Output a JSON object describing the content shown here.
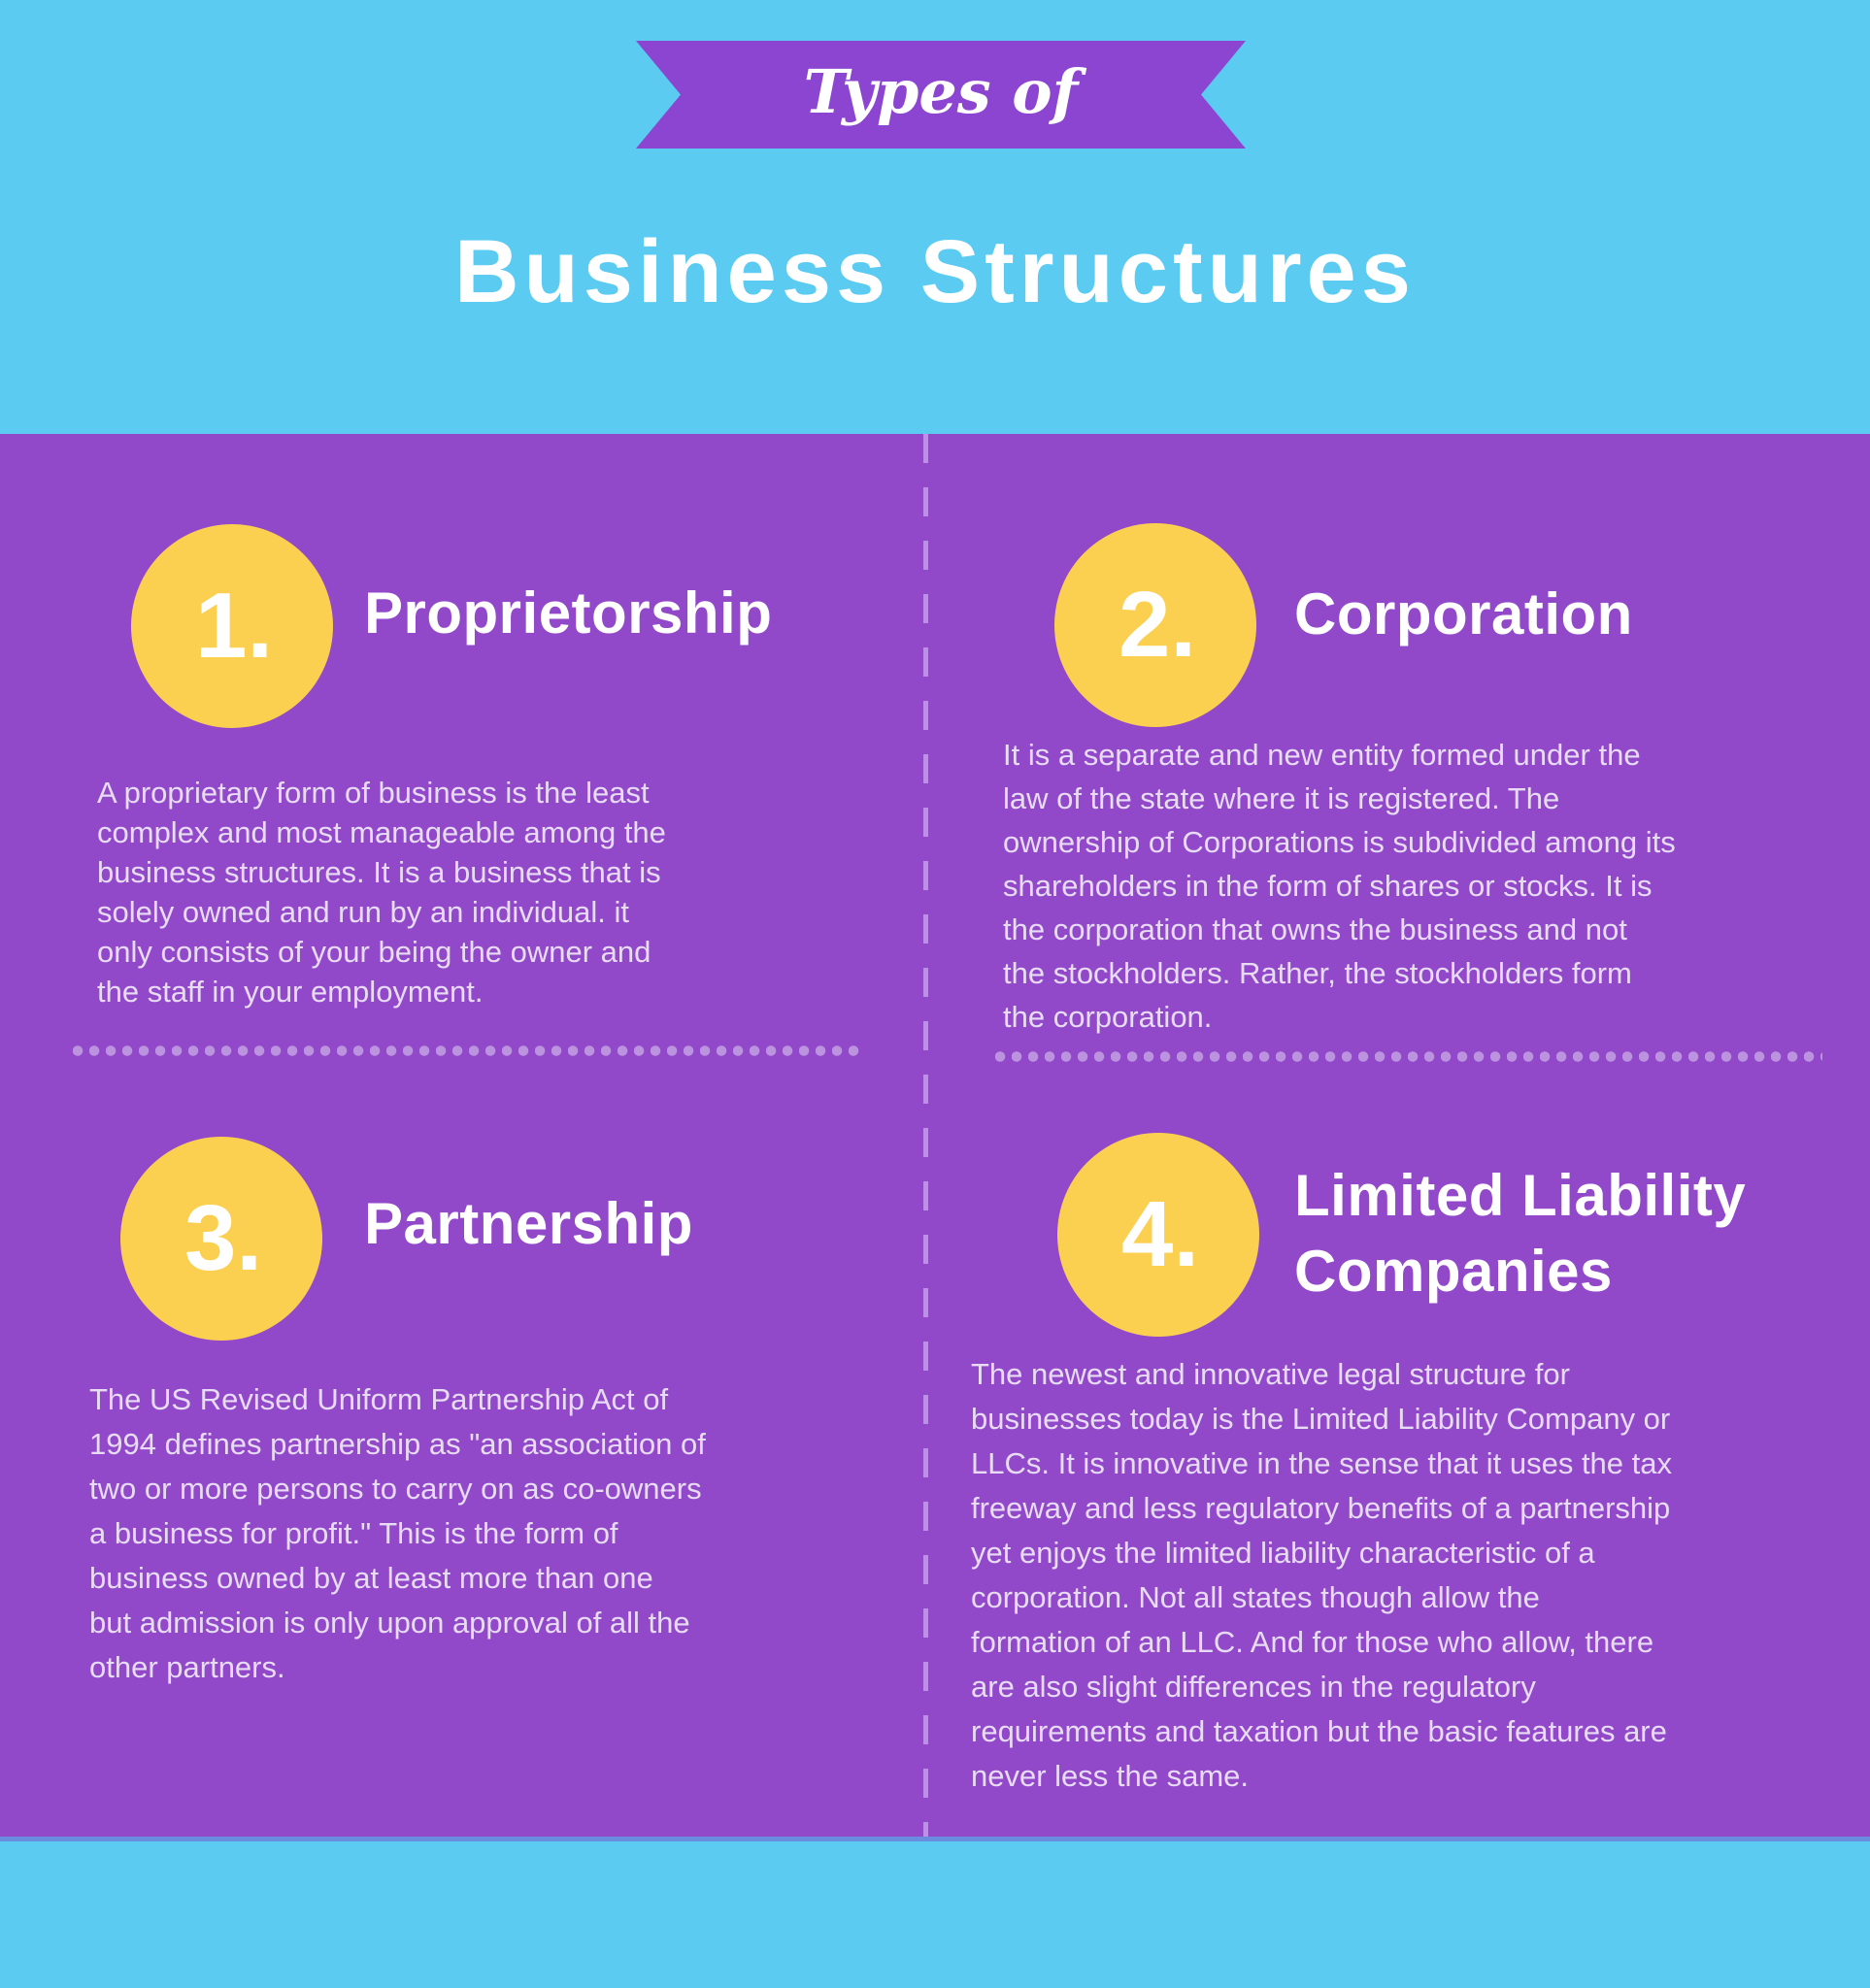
{
  "header": {
    "ribbon_label": "Types of",
    "title": "Business Structures"
  },
  "sections": [
    {
      "number": "1.",
      "title": "Proprietorship",
      "body": [
        "A proprietary form of business is the least",
        "complex and most manageable among the",
        "business structures. It is a business that is",
        "solely owned and run by an individual. it",
        "only consists of your being the owner and",
        "the staff in your employment."
      ]
    },
    {
      "number": "2.",
      "title": "Corporation",
      "body": [
        "It is a separate and new entity formed under the",
        "law of the state where it is registered. The",
        "ownership of Corporations is subdivided among its",
        "shareholders in the form of shares or stocks. It is",
        "the corporation that owns the business and not",
        "the stockholders. Rather, the stockholders form",
        "the corporation."
      ]
    },
    {
      "number": "3.",
      "title": "Partnership",
      "body": [
        "The US Revised Uniform Partnership Act of",
        "1994 defines partnership as \"an association of",
        "two or more persons to carry on as co-owners",
        "a business for profit.\" This is the form of",
        "business owned by at least more than one",
        "but admission is only upon approval of all the",
        "other partners."
      ]
    },
    {
      "number": "4.",
      "title": [
        "Limited Liability",
        "Companies"
      ],
      "body": [
        "The newest and innovative legal structure for",
        "businesses today is the Limited Liability Company or",
        "LLCs. It is innovative in the sense that it uses the tax",
        "freeway and less regulatory benefits of a partnership",
        "yet enjoys the limited liability characteristic of a",
        "corporation. Not all states though allow the",
        "formation of an LLC. And for those who allow, there",
        "are also slight differences in the regulatory",
        "requirements and taxation but the basic features are",
        "never less the same."
      ]
    }
  ],
  "colors": {
    "header_footer_blue": "#5BCBF2",
    "main_purple": "#9149CA",
    "ribbon_purple": "#8B45D0",
    "circle_yellow": "#FBD050",
    "heading_white": "#FFFFFF",
    "body_text": "#E8DBF4",
    "divider_lavender": "#BC93DF"
  }
}
